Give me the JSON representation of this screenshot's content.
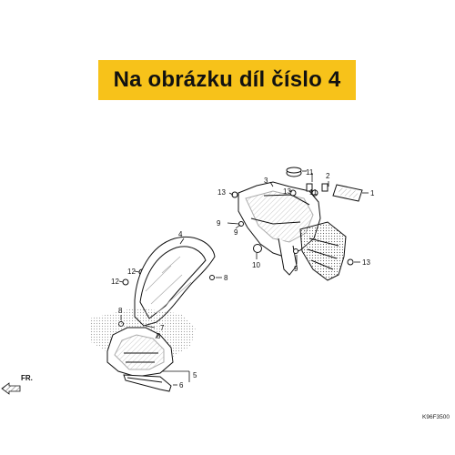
{
  "banner": {
    "text": "Na obrázku díl číslo 4"
  },
  "diagram_code": "K96F3500",
  "direction_label": "FR.",
  "callouts": [
    "1",
    "2",
    "3",
    "4",
    "5",
    "6",
    "7",
    "8",
    "9",
    "10",
    "11",
    "12",
    "13"
  ],
  "colors": {
    "banner": "#f7c21a",
    "line": "#111111",
    "hatch": "#555555"
  }
}
